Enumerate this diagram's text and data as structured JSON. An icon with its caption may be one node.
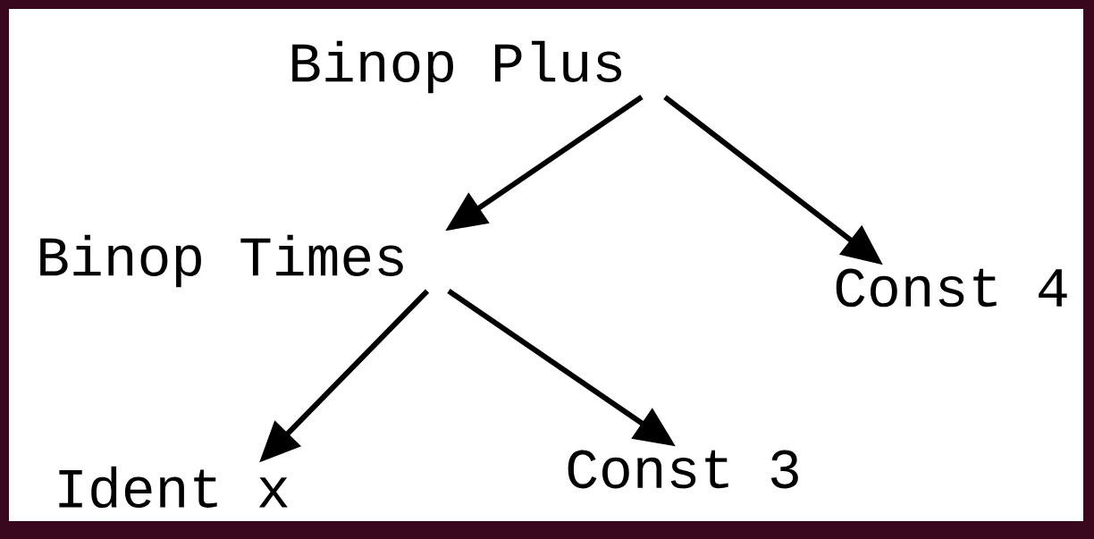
{
  "diagram": {
    "nodes": [
      {
        "text": [
          "Binop Plus"
        ]
      },
      {
        "text": [
          "Binop Times"
        ]
      },
      {
        "text": [
          "Const 4"
        ]
      },
      {
        "text": [
          "Ident x"
        ]
      },
      {
        "text": [
          "Const 3"
        ]
      }
    ],
    "edges": [
      {
        "from": 0,
        "to": 1,
        "arrow": "to"
      },
      {
        "from": 0,
        "to": 2,
        "arrow": "to"
      },
      {
        "from": 1,
        "to": 3,
        "arrow": "to"
      },
      {
        "from": 1,
        "to": 4,
        "arrow": "to"
      }
    ]
  }
}
